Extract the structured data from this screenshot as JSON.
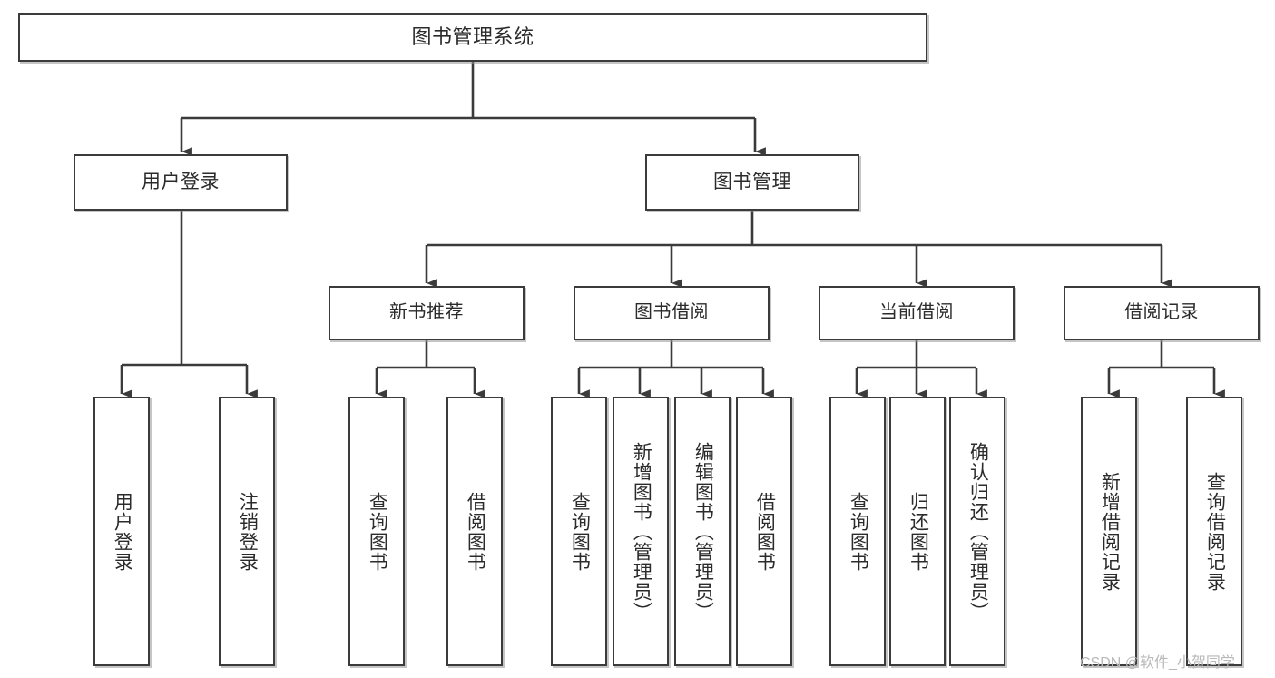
{
  "diagram": {
    "title": "图书管理系统",
    "type": "hierarchy-tree",
    "colors": {
      "background": "#ffffff",
      "box_border": "#3b3b3b",
      "box_fill": "#ffffff",
      "connector": "#3b3b3b",
      "text": "#2b2b2b",
      "watermark": "#b9b9b9"
    }
  },
  "root": {
    "label": "图书管理系统"
  },
  "level2": [
    {
      "label": "用户登录"
    },
    {
      "label": "图书管理"
    }
  ],
  "level3": [
    {
      "label": "新书推荐"
    },
    {
      "label": "图书借阅"
    },
    {
      "label": "当前借阅"
    },
    {
      "label": "借阅记录"
    }
  ],
  "leaves": {
    "user_login": [
      {
        "label": "用户登录"
      },
      {
        "label": "注销登录"
      }
    ],
    "new_book_recommend": [
      {
        "label": "查询图书"
      },
      {
        "label": "借阅图书"
      }
    ],
    "book_borrow": [
      {
        "label": "查询图书"
      },
      {
        "label": "新增图书（管理员）"
      },
      {
        "label": "编辑图书（管理员）"
      },
      {
        "label": "借阅图书"
      }
    ],
    "current_borrow": [
      {
        "label": "查询图书"
      },
      {
        "label": "归还图书"
      },
      {
        "label": "确认归还（管理员）"
      }
    ],
    "borrow_record": [
      {
        "label": "新增借阅记录"
      },
      {
        "label": "查询借阅记录"
      }
    ]
  },
  "watermark": {
    "text": "CSDN @软件_小贺同学"
  }
}
